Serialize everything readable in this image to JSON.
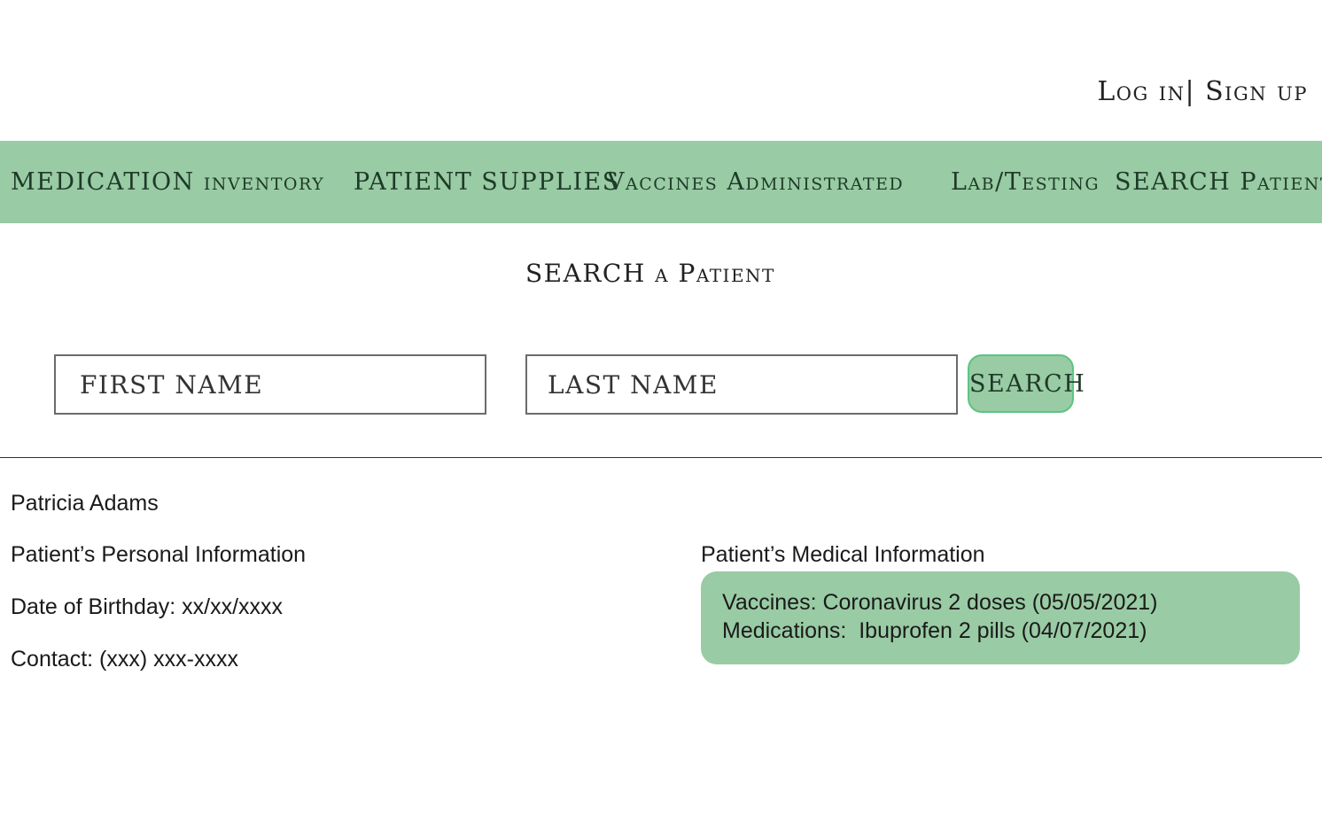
{
  "auth": {
    "login": "Log in",
    "separator": "|",
    "signup": " Sign up"
  },
  "nav": {
    "items": [
      {
        "label": "MEDICATION inventory"
      },
      {
        "label": "PATIENT SUPPLIES"
      },
      {
        "label": "Vaccines Administrated"
      },
      {
        "label": "Lab/Testing"
      },
      {
        "label": "SEARCH Patient"
      }
    ]
  },
  "search": {
    "title": "SEARCH a Patient",
    "first_name_placeholder": "FIRST NAME",
    "last_name_placeholder": "LAST NAME",
    "button_label": "SEARCH"
  },
  "patient": {
    "name": "Patricia Adams",
    "personal_heading": "Patient’s Personal Information",
    "birthday": "Date of Birthday: xx/xx/xxxx",
    "contact": "Contact: (xxx) xxx-xxxx",
    "medical_heading": "Patient’s Medical Information",
    "vaccines": "Vaccines: Coronavirus 2 doses (05/05/2021)",
    "medications": "Medications:  Ibuprofen 2 pills (04/07/2021)"
  },
  "colors": {
    "accent_green": "#99cba4",
    "button_border": "#5bc583"
  }
}
